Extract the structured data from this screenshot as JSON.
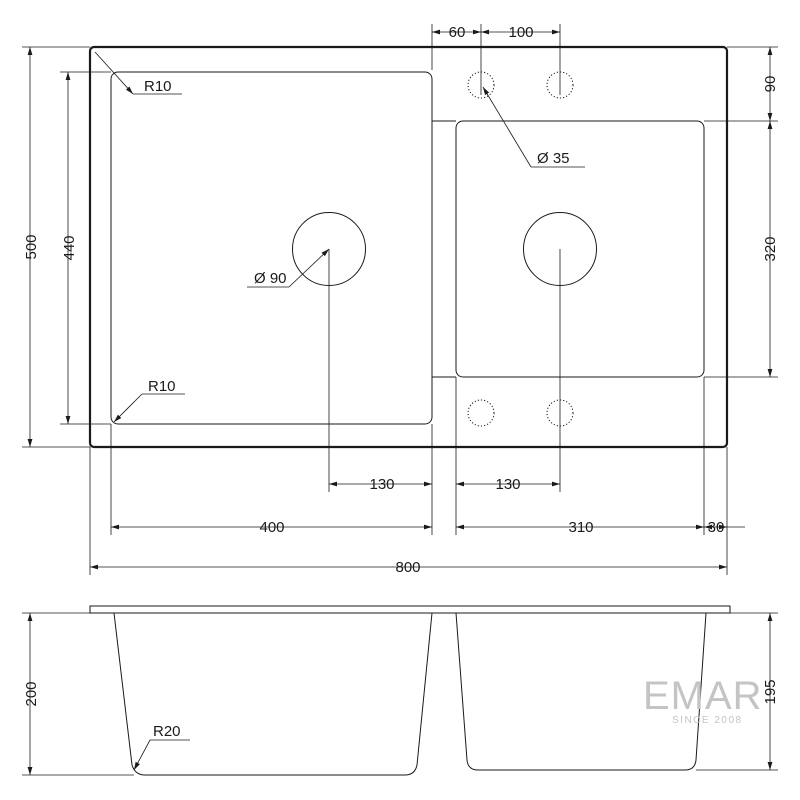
{
  "dimensions": {
    "top_60": "60",
    "top_100": "100",
    "right_90": "90",
    "right_320": "320",
    "left_500": "500",
    "left_440": "440",
    "bottom_130_left": "130",
    "bottom_130_right": "130",
    "bottom_400": "400",
    "bottom_310": "310",
    "bottom_30": "30",
    "bottom_800": "800",
    "side_200": "200",
    "side_195": "195"
  },
  "callouts": {
    "r10_top": "R10",
    "r10_bottom": "R10",
    "d35": "Ø 35",
    "d90": "Ø 90",
    "r20": "R20"
  },
  "brand": {
    "name": "EMAR",
    "since": "SINCE 2008"
  },
  "colors": {
    "line": "#1a1a1a",
    "watermark": "#c4c4c4"
  }
}
